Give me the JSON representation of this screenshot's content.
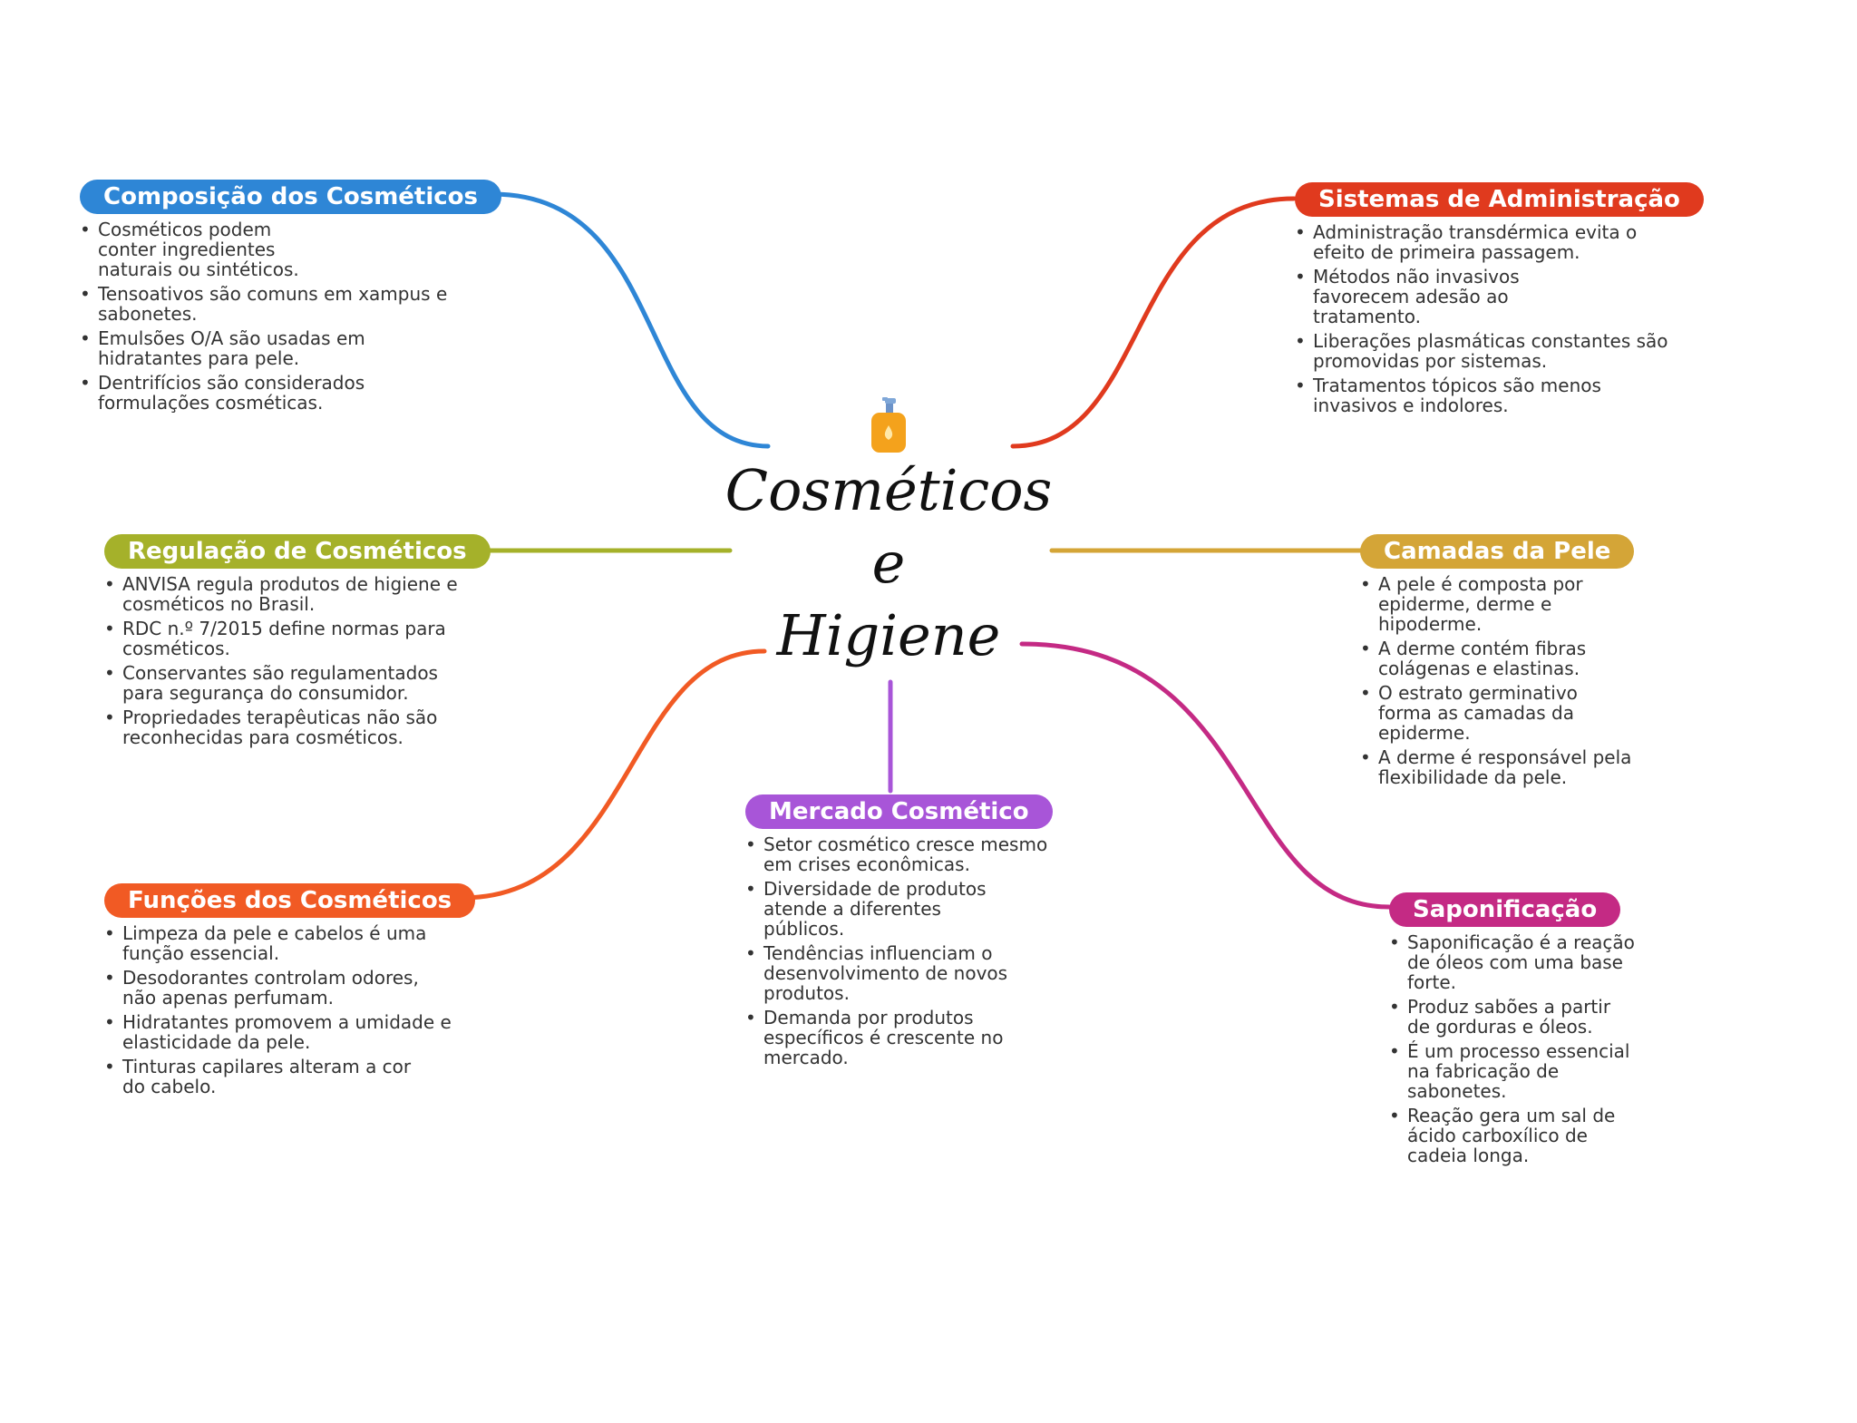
{
  "center": {
    "icon": "soap-dispenser-icon",
    "title_lines": [
      "Cosméticos",
      "e",
      "Higiene"
    ]
  },
  "branches": [
    {
      "id": "composicao",
      "color": "#2E86D6",
      "title": "Composição dos Cosméticos",
      "items": [
        "Cosméticos podem conter ingredientes naturais ou sintéticos.",
        "Tensoativos são comuns em xampus e sabonetes.",
        "Emulsões O/A são usadas em hidratantes para pele.",
        "Dentrifícios são considerados formulações cosméticas."
      ]
    },
    {
      "id": "sistemas",
      "color": "#E03A1E",
      "title": "Sistemas de Administração",
      "items": [
        "Administração transdérmica evita o efeito de primeira passagem.",
        "Métodos não invasivos favorecem adesão ao tratamento.",
        "Liberações plasmáticas constantes são promovidas por sistemas.",
        "Tratamentos tópicos são menos invasivos e indolores."
      ]
    },
    {
      "id": "regulacao",
      "color": "#A5B12A",
      "title": "Regulação de Cosméticos",
      "items": [
        "ANVISA regula produtos de higiene e cosméticos no Brasil.",
        "RDC n.º 7/2015 define normas para cosméticos.",
        "Conservantes são regulamentados para segurança do consumidor.",
        "Propriedades terapêuticas não são reconhecidas para cosméticos."
      ]
    },
    {
      "id": "camadas",
      "color": "#D4A537",
      "title": "Camadas da Pele",
      "items": [
        "A pele é composta por epiderme, derme e hipoderme.",
        "A derme contém fibras colágenas e elastinas.",
        "O estrato germinativo forma as camadas da epiderme.",
        "A derme é responsável pela flexibilidade da pele."
      ]
    },
    {
      "id": "funcoes",
      "color": "#F15A24",
      "title": "Funções dos Cosméticos",
      "items": [
        "Limpeza da pele e cabelos é uma função essencial.",
        "Desodorantes controlam odores, não apenas perfumam.",
        "Hidratantes promovem a umidade e elasticidade da pele.",
        "Tinturas capilares alteram a cor do cabelo."
      ]
    },
    {
      "id": "mercado",
      "color": "#A855D8",
      "title": "Mercado Cosmético",
      "items": [
        "Setor cosmético cresce mesmo em crises econômicas.",
        "Diversidade de produtos atende a diferentes públicos.",
        "Tendências influenciam o desenvolvimento de novos produtos.",
        "Demanda por produtos específicos é crescente no mercado."
      ]
    },
    {
      "id": "saponificacao",
      "color": "#C42A84",
      "title": "Saponificação",
      "items": [
        "Saponificação é a reação de óleos com uma base forte.",
        "Produz sabões a partir de gorduras e óleos.",
        "É um processo essencial na fabricação de sabonetes.",
        "Reação gera um sal de ácido carboxílico de cadeia longa."
      ]
    }
  ]
}
